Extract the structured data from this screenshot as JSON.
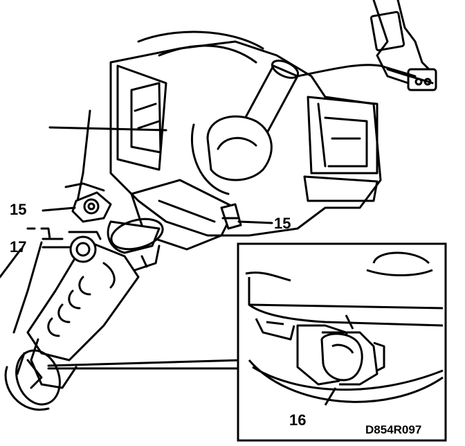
{
  "callouts": {
    "c15_left": "15",
    "c15_right": "15",
    "c17": "17",
    "c16": "16"
  },
  "figure_code": "D854R097",
  "colors": {
    "ink": "#000000",
    "paper": "#ffffff"
  }
}
